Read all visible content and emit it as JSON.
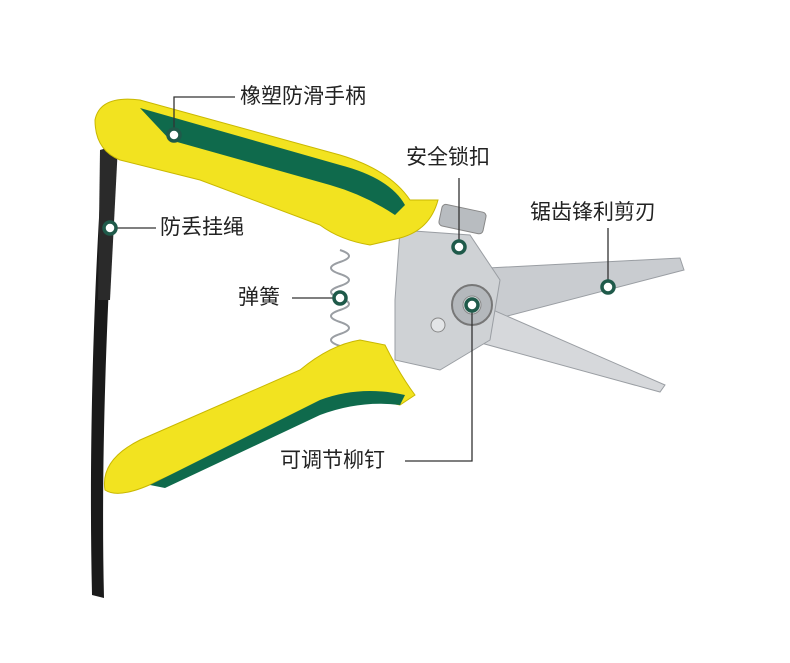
{
  "labels": {
    "handle": "橡塑防滑手柄",
    "lock": "安全锁扣",
    "lanyard": "防丢挂绳",
    "blade": "锯齿锋利剪刃",
    "spring": "弹簧",
    "rivet": "可调节柳钉"
  },
  "colors": {
    "yellow": "#f2e320",
    "green": "#0f6a4c",
    "steel": "#c9ccd0",
    "strap": "#1a1a1a",
    "marker": "#1f5a4a"
  }
}
